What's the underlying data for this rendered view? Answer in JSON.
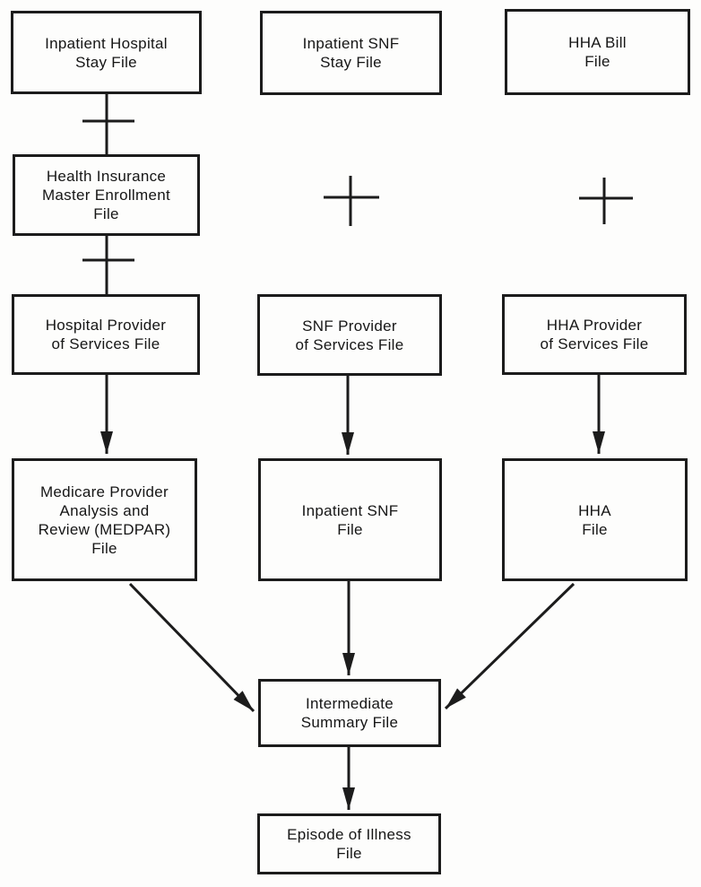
{
  "diagram": {
    "type": "flowchart",
    "colors": {
      "background": "#fdfdfc",
      "line": "#1c1c1c",
      "text": "#161616"
    },
    "operators": {
      "merge_symbol": "+"
    },
    "nodes": {
      "inpatient_hospital_stay": {
        "label": "Inpatient Hospital\nStay File"
      },
      "inpatient_snf_stay": {
        "label": "Inpatient SNF\nStay File"
      },
      "hha_bill": {
        "label": "HHA Bill\nFile"
      },
      "health_insurance": {
        "label": "Health Insurance\nMaster Enrollment\nFile"
      },
      "hospital_provider": {
        "label": "Hospital Provider\nof Services File"
      },
      "snf_provider": {
        "label": "SNF Provider\nof Services File"
      },
      "hha_provider": {
        "label": "HHA Provider\nof Services File"
      },
      "medpar": {
        "label": "Medicare Provider\nAnalysis and\nReview (MEDPAR)\nFile"
      },
      "inpatient_snf_file": {
        "label": "Inpatient SNF\nFile"
      },
      "hha_file": {
        "label": "HHA\nFile"
      },
      "intermediate_summary": {
        "label": "Intermediate\nSummary File"
      },
      "episode_of_illness": {
        "label": "Episode of Illness\nFile"
      }
    },
    "connections": [
      {
        "from": "inpatient_hospital_stay",
        "to": "health_insurance",
        "type": "plus-join"
      },
      {
        "from": "health_insurance",
        "to": "hospital_provider",
        "type": "plus-join"
      },
      {
        "from": "inpatient_snf_stay",
        "to": "snf_provider",
        "type": "plus-join"
      },
      {
        "from": "hha_bill",
        "to": "hha_provider",
        "type": "plus-join"
      },
      {
        "from": "hospital_provider",
        "to": "medpar",
        "type": "arrow"
      },
      {
        "from": "snf_provider",
        "to": "inpatient_snf_file",
        "type": "arrow"
      },
      {
        "from": "hha_provider",
        "to": "hha_file",
        "type": "arrow"
      },
      {
        "from": "medpar",
        "to": "intermediate_summary",
        "type": "arrow"
      },
      {
        "from": "inpatient_snf_file",
        "to": "intermediate_summary",
        "type": "arrow"
      },
      {
        "from": "hha_file",
        "to": "intermediate_summary",
        "type": "arrow"
      },
      {
        "from": "intermediate_summary",
        "to": "episode_of_illness",
        "type": "arrow"
      }
    ]
  }
}
